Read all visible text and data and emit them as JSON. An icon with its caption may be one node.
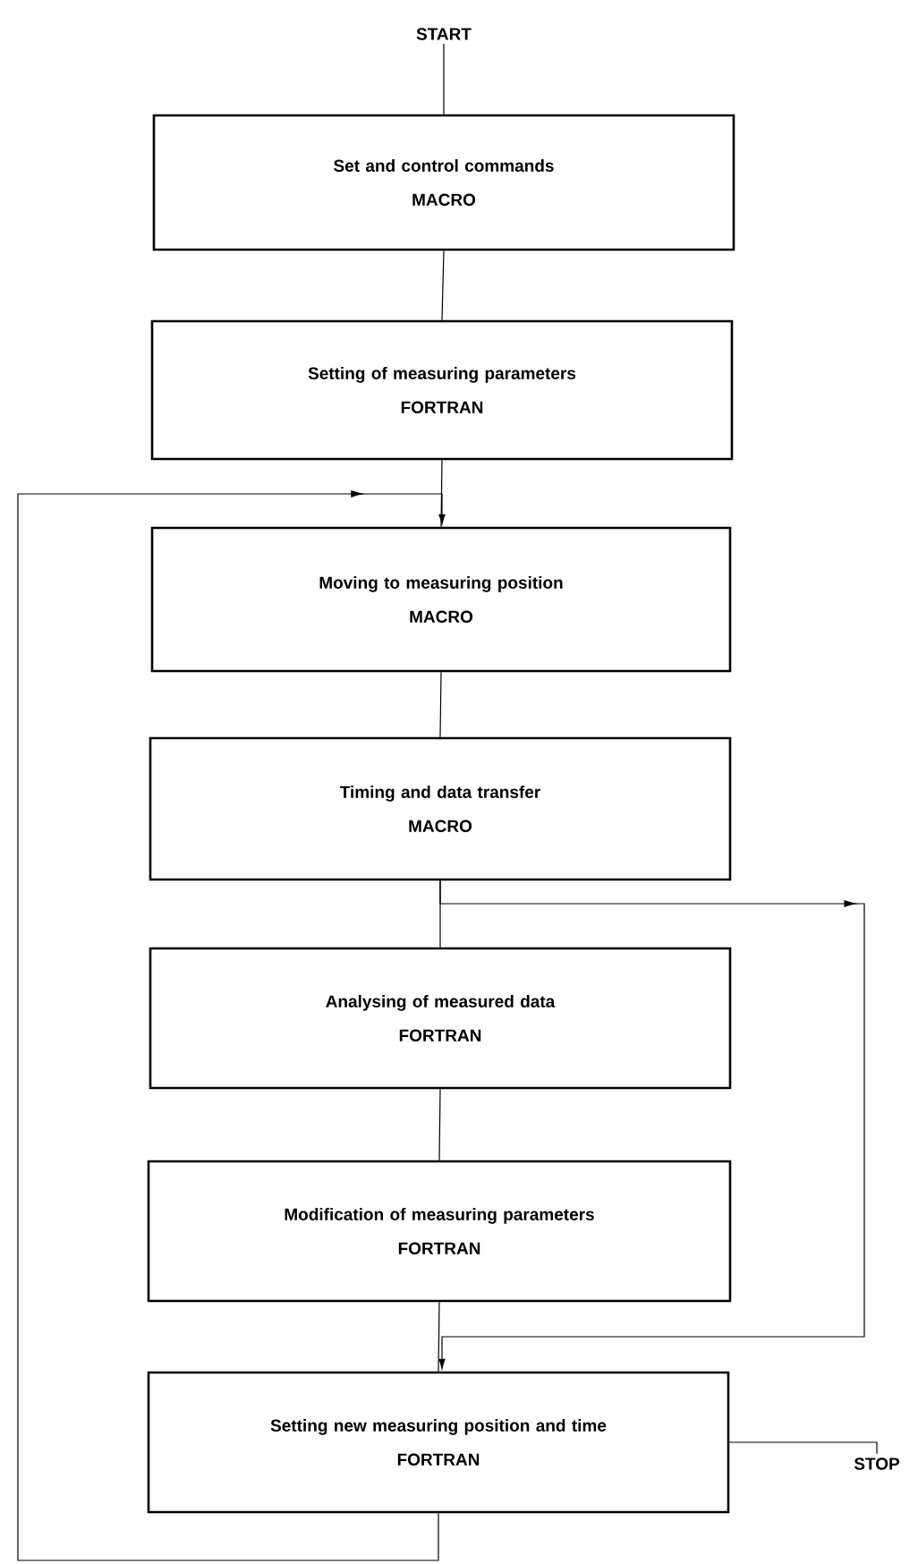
{
  "diagram": {
    "nodes": [
      {
        "text": [
          "START"
        ]
      },
      {
        "text": [
          "Set and control commands",
          "MACRO"
        ]
      },
      {
        "text": [
          "Setting of measuring parameters",
          "FORTRAN"
        ]
      },
      {
        "text": [
          "Moving to measuring position",
          "MACRO"
        ]
      },
      {
        "text": [
          "Timing and data transfer",
          "MACRO"
        ]
      },
      {
        "text": [
          "Analysing of measured data",
          "FORTRAN"
        ]
      },
      {
        "text": [
          "Modification of measuring parameters",
          "FORTRAN"
        ]
      },
      {
        "text": [
          "Setting new measuring position and time",
          "FORTRAN"
        ]
      },
      {
        "text": [
          "STOP"
        ]
      }
    ],
    "edges": [
      {
        "from": 0,
        "to": 1,
        "arrow": "none"
      },
      {
        "from": 1,
        "to": 2,
        "arrow": "none"
      },
      {
        "from": 2,
        "to": 3,
        "arrow": "none"
      },
      {
        "from": 3,
        "to": 4,
        "arrow": "none"
      },
      {
        "from": 4,
        "to": 5,
        "arrow": "none"
      },
      {
        "from": 5,
        "to": 6,
        "arrow": "none"
      },
      {
        "from": 6,
        "to": 7,
        "arrow": "none"
      },
      {
        "from": 4,
        "to": 7,
        "arrow": "to"
      },
      {
        "from": 7,
        "to": 8,
        "arrow": "none"
      },
      {
        "from": 7,
        "to": 3,
        "arrow": "to"
      }
    ]
  }
}
